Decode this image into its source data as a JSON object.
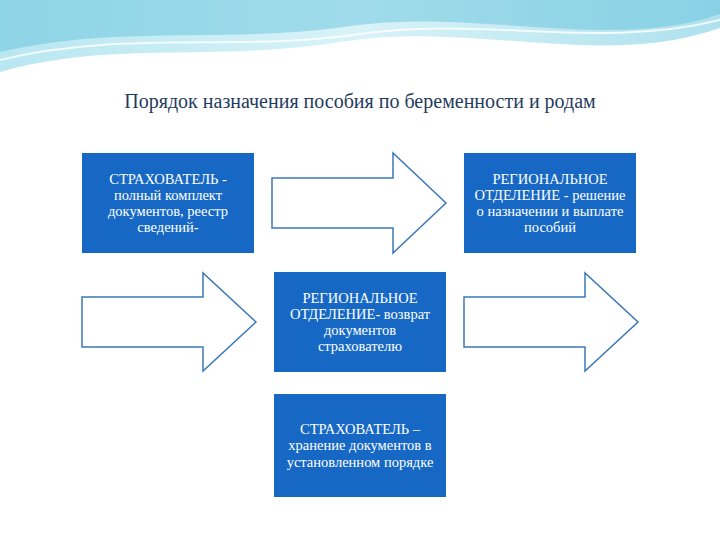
{
  "diagram": {
    "title": "Порядок назначения пособия по беременности и родам",
    "nodes": [
      {
        "text": [
          "СТРАХОВАТЕЛЬ - полный комплект документов, реестр сведений-"
        ]
      },
      {
        "text": [
          "РЕГИОНАЛЬНОЕ ОТДЕЛЕНИЕ - решение о назначении и выплате пособий"
        ]
      },
      {
        "text": [
          "РЕГИОНАЛЬНОЕ ОТДЕЛЕНИЕ- возврат документов страхователю"
        ]
      },
      {
        "text": [
          "СТРАХОВАТЕЛЬ – хранение документов в установленном порядке"
        ]
      }
    ],
    "edges": [
      {
        "from": 0,
        "to": 1,
        "arrow": "to"
      }
    ]
  }
}
